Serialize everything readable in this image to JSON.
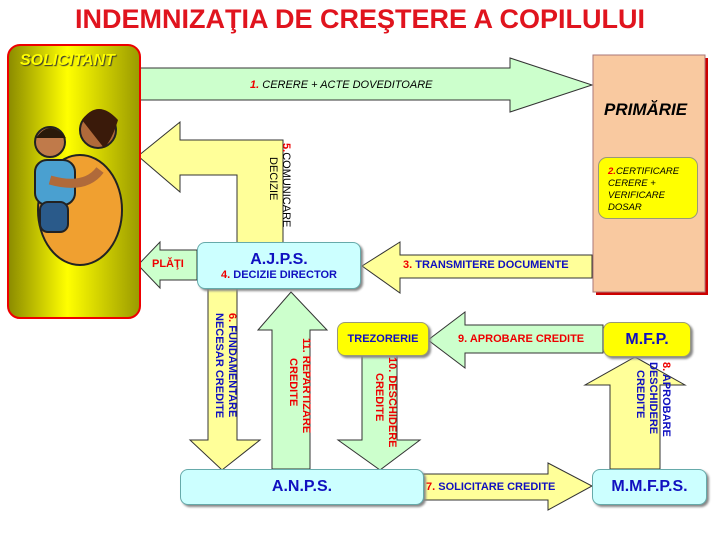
{
  "title": "INDEMNIZAŢIA DE CREŞTERE A COPILULUI",
  "nodes": {
    "solicitant": "SOLICITANT",
    "primarie": "PRIMĂRIE",
    "ajps": "A.J.P.S.",
    "anps": "A.N.P.S.",
    "trezorerie": "TREZORERIE",
    "mfp": "M.F.P.",
    "mmfps": "M.M.F.P.S."
  },
  "steps": {
    "s1": {
      "num": "1.",
      "text": "CERERE + ACTE DOVEDITOARE"
    },
    "s2": {
      "num": "2.",
      "text": "CERTIFICARE CERERE + VERIFICARE DOSAR"
    },
    "s3": {
      "num": "3.",
      "text": "TRANSMITERE DOCUMENTE"
    },
    "s4": {
      "num": "4.",
      "text": "DECIZIE DIRECTOR"
    },
    "s5": {
      "num": "5.",
      "line1": "COMUNICARE",
      "line2": "DECIZIE"
    },
    "s6": {
      "num": "6.",
      "line1": "FUNDAMENTARE",
      "line2": "NECESAR CREDITE"
    },
    "s7": {
      "num": "7.",
      "text": "SOLICITARE CREDITE"
    },
    "s8": {
      "num": "8.",
      "line1": "APROBARE",
      "line2": "DESCHIDERE",
      "line3": "CREDITE"
    },
    "s9": {
      "num": "9.",
      "text": "APROBARE CREDITE"
    },
    "s10": {
      "num": "10.",
      "line1": "DESCHIDERE",
      "line2": "CREDITE"
    },
    "s11": {
      "num": "11.",
      "line1": "REPARTIZARE",
      "line2": "CREDITE"
    },
    "plati": "PLĂŢI"
  },
  "colors": {
    "green": "#ccffcc",
    "yellow": "#ffff99",
    "cyan": "#ccffff",
    "peach": "#f9c9a0",
    "title": "#e0141e"
  }
}
